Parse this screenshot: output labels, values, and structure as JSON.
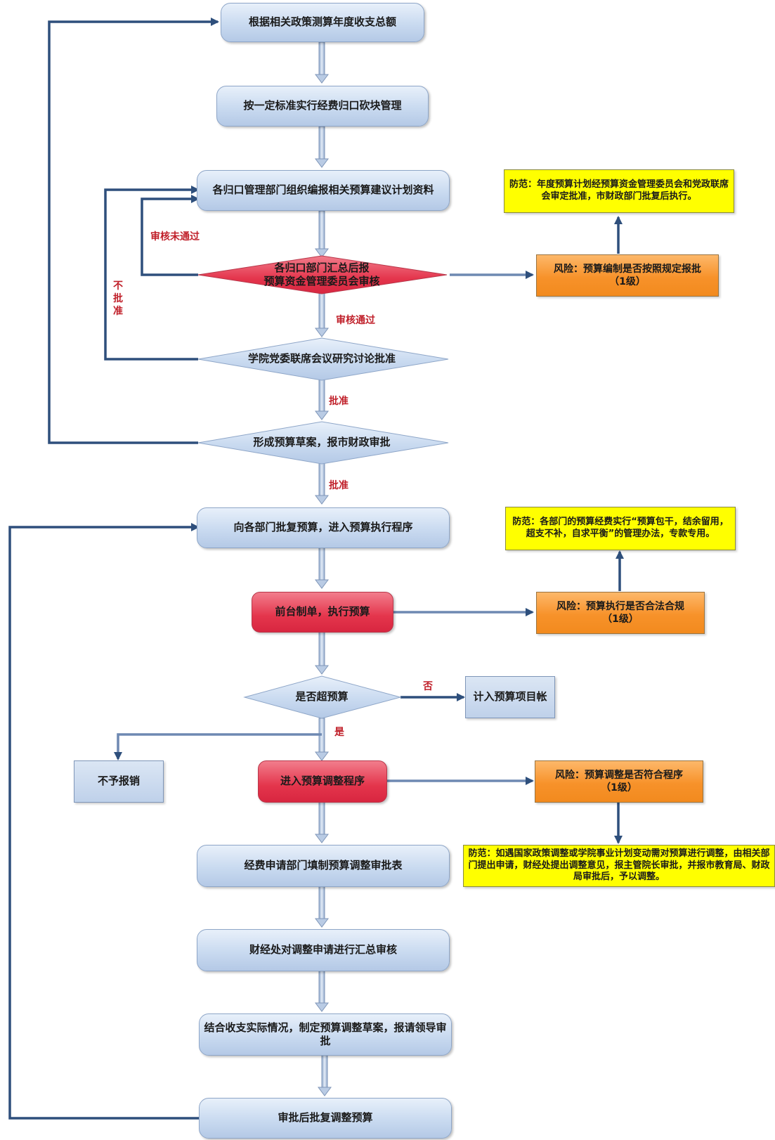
{
  "colors": {
    "process_fill": "#c9daf0",
    "decision_red": "#e8314a",
    "risk_orange": "#f7922a",
    "guard_yellow": "#ffff00",
    "arrow_blue": "#2e4f7c",
    "label_red": "#c0202a"
  },
  "nodes": {
    "n1": "根据相关政策测算年度收支总额",
    "n2": "按一定标准实行经费归口砍块管理",
    "n3": "各归口管理部门组织编报相关预算建议计划资料",
    "d1_line1": "各归口部门汇总后报",
    "d1_line2": "预算资金管理委员会审核",
    "d2": "学院党委联席会议研究讨论批准",
    "d3": "形成预算草案，报市财政审批",
    "n4": "向各部门批复预算，进入预算执行程序",
    "n5": "前台制单，执行预算",
    "d4": "是否超预算",
    "n6": "计入预算项目帐",
    "n7": "不予报销",
    "n8": "进入预算调整程序",
    "n9": "经费申请部门填制预算调整审批表",
    "n10": "财经处对调整申请进行汇总审核",
    "n11": "结合收支实际情况，制定预算调整草案，报请领导审批",
    "n12": "审批后批复调整预算"
  },
  "risks": {
    "r1_line1": "风险：预算编制是否按照规定报批",
    "r1_line2": "（1级）",
    "r2_line1": "风险：预算执行是否合法合规",
    "r2_line2": "（1级）",
    "r3_line1": "风险：预算调整是否符合程序",
    "r3_line2": "（1级）"
  },
  "guards": {
    "g1": "防范：年度预算计划经预算资金管理委员会和党政联席会审定批准，市财政部门批复后执行。",
    "g2": "防范：各部门的预算经费实行“预算包干，结余留用，超支不补，自求平衡”的管理办法，专款专用。",
    "g3": "防范：如遇国家政策调整或学院事业计划变动需对预算进行调整，由相关部门提出申请，财经处提出调整意见，报主管院长审批，并报市教育局、财政局审批后，予以调整。"
  },
  "labels": {
    "review_failed": "审核未通过",
    "review_passed": "审核通过",
    "not_approved": "不批准",
    "approved_1": "批准",
    "approved_2": "批准",
    "no": "否",
    "yes": "是"
  }
}
